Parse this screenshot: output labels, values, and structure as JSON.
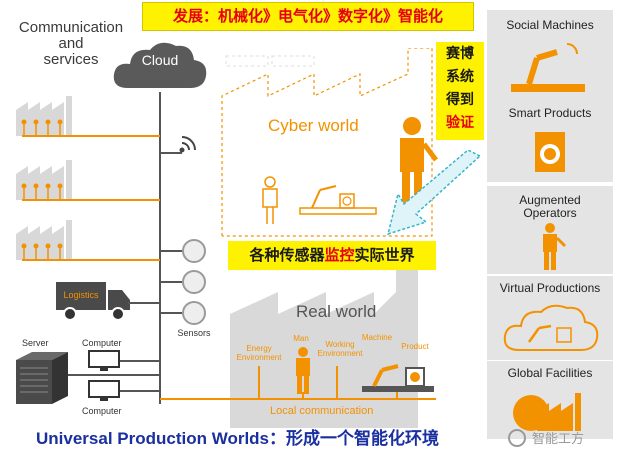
{
  "top_banner": "发展：机械化》电气化》数字化》智能化",
  "comm_services": [
    "Communication",
    "and",
    "services"
  ],
  "cloud_label": "Cloud",
  "cyber_world_label": "Cyber world",
  "cyber_callout": [
    "赛博",
    "系统",
    "得到",
    "验证"
  ],
  "sensor_callout_parts": [
    "各种传感器",
    "监控",
    "实际世界"
  ],
  "logistics_label": "Logistics",
  "sensors_label": "Sensors",
  "server_label": "Server",
  "computer_label_top": "Computer",
  "computer_label_bottom": "Computer",
  "real_world_label": "Real world",
  "real_labels": {
    "energy": [
      "Energy",
      "Environment"
    ],
    "man": "Man",
    "working": [
      "Working",
      "Environment"
    ],
    "machine": "Machine",
    "product": "Product"
  },
  "local_comm_label": "Local communication",
  "bottom_caption_en": "Universal Production Worlds：",
  "bottom_caption_cn": "形成一个智能化环境",
  "watermark": "智能工方",
  "right_panels": [
    "Social Machines",
    "Smart Products",
    "Augmented Operators",
    "Virtual Productions",
    "Global Facilities"
  ],
  "colors": {
    "accent": "#f39200",
    "highlight": "#fff200",
    "panel": "#e4e4e4",
    "caption": "#1a2fa0",
    "red": "#e60012"
  }
}
